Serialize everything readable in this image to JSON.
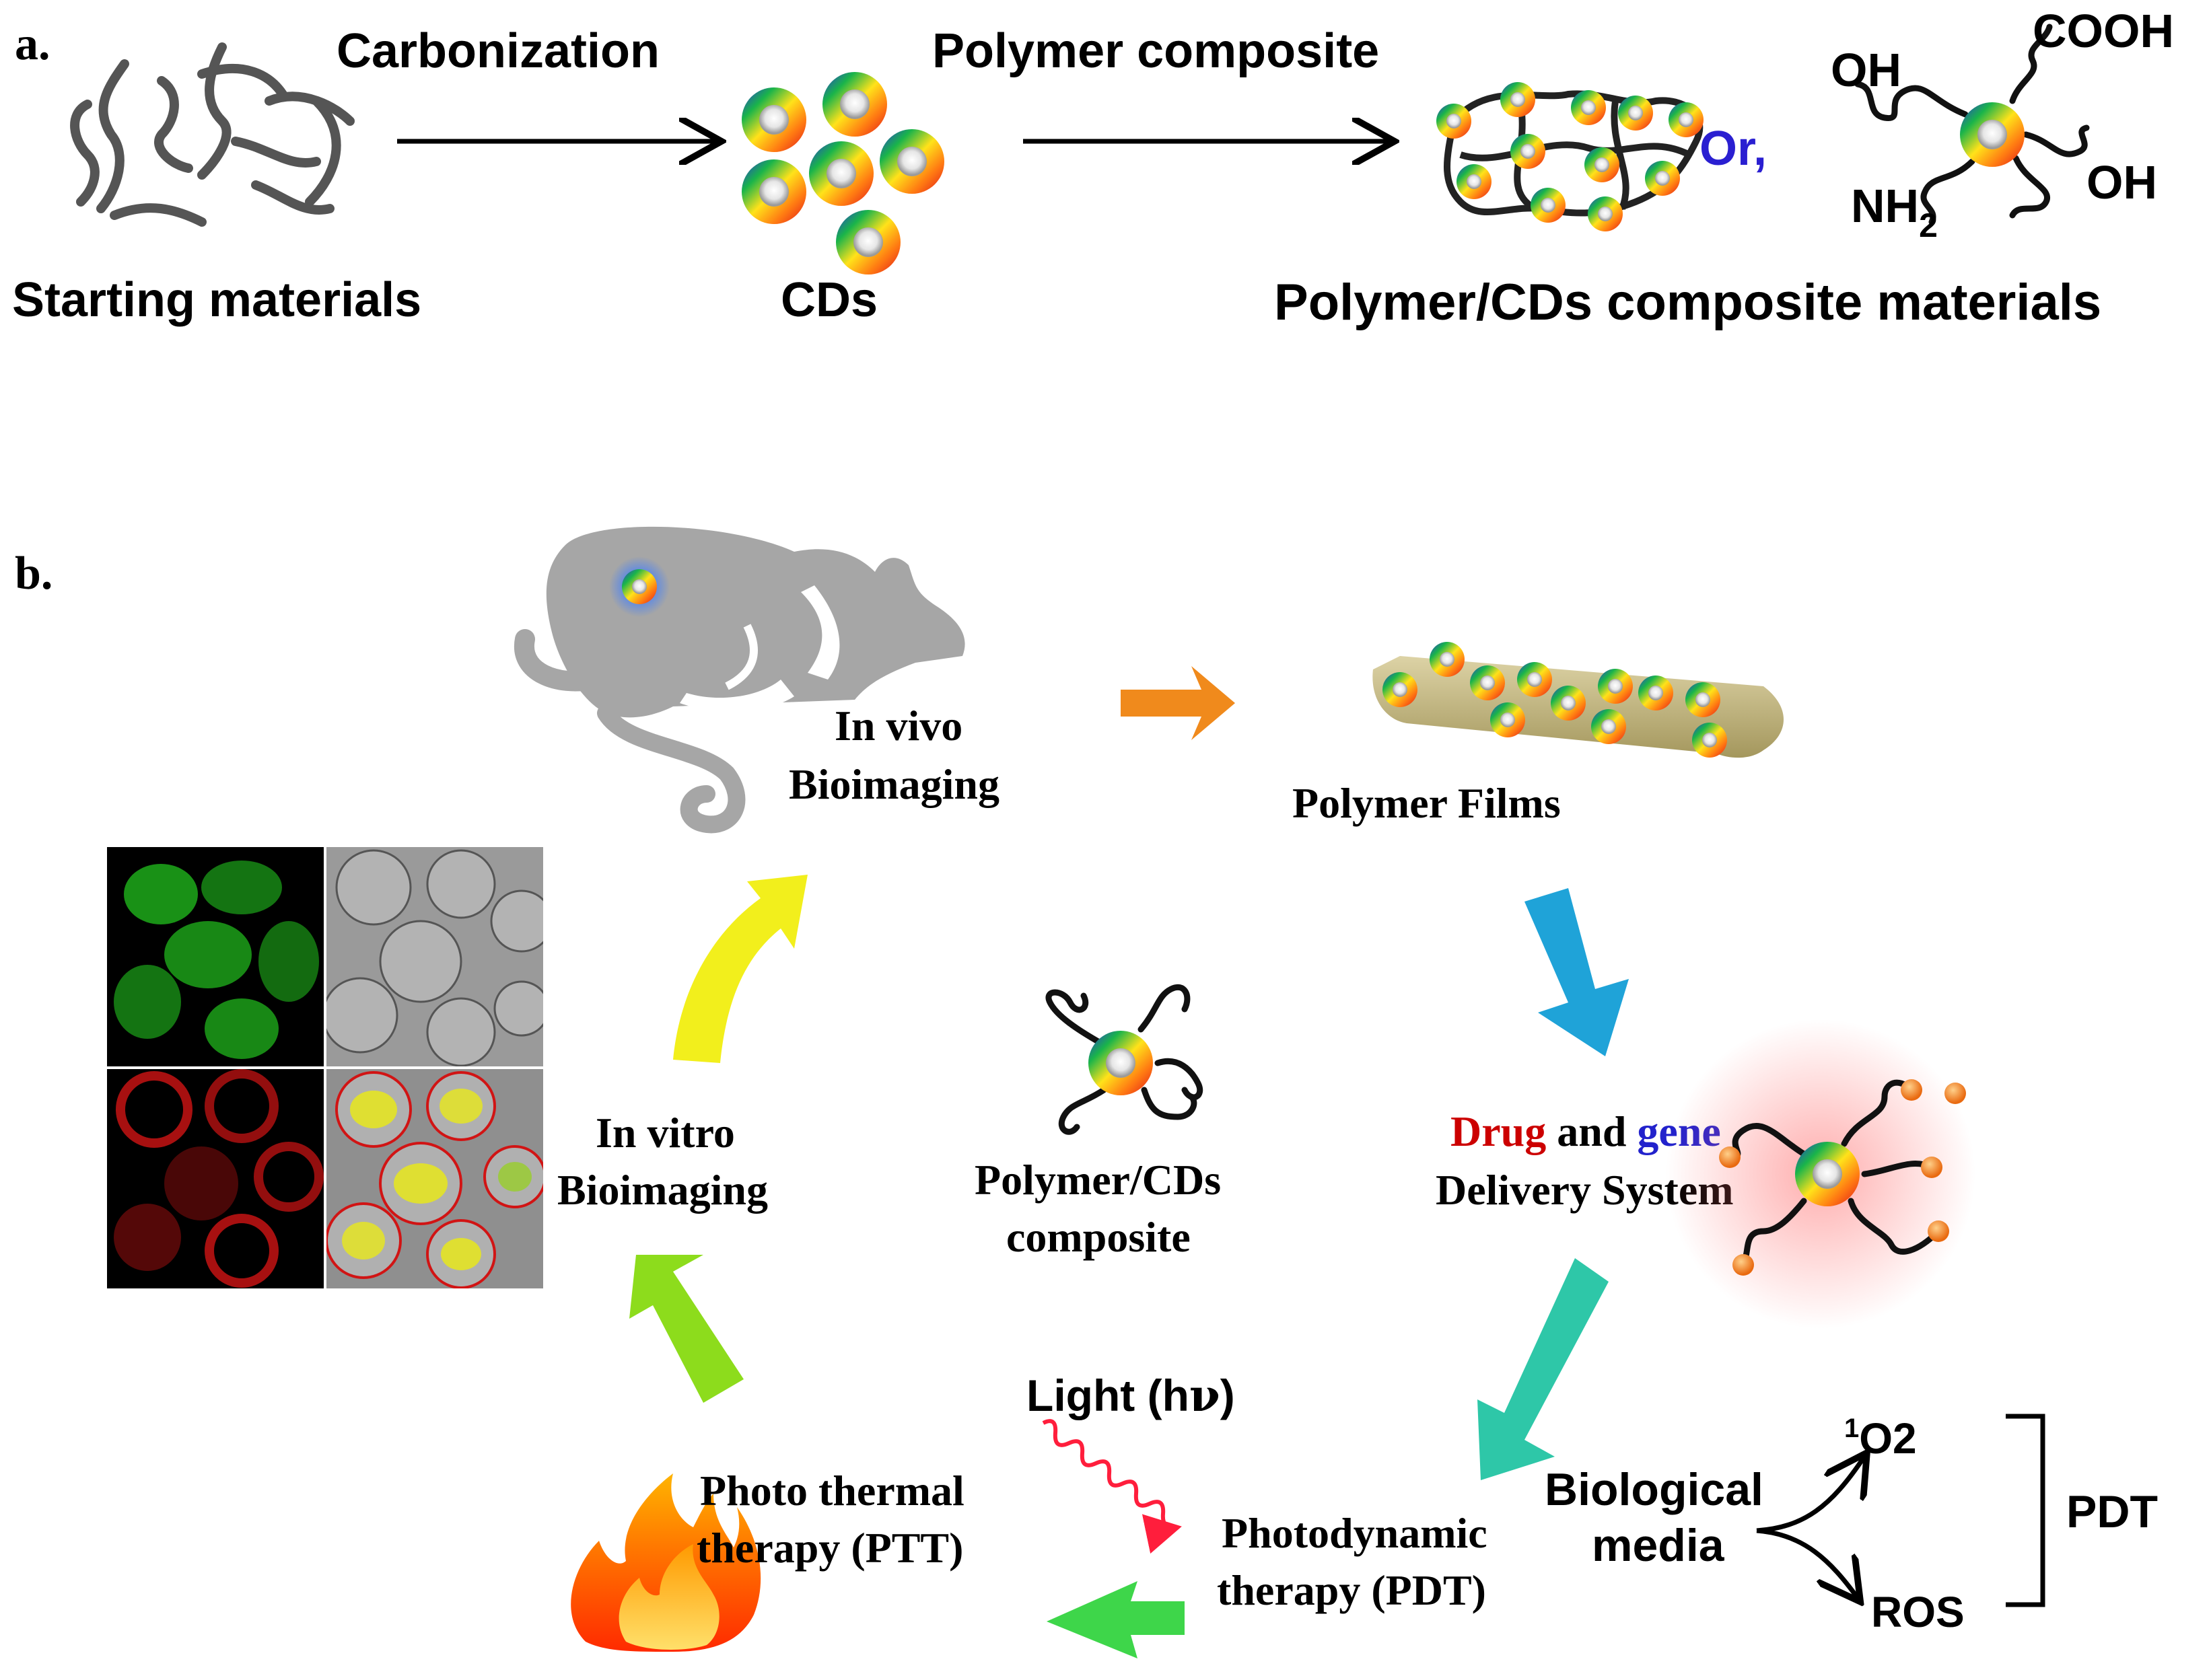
{
  "panel_a": {
    "label": "a.",
    "starting_materials": "Starting materials",
    "carbonization": "Carbonization",
    "cds": "CDs",
    "polymer_composite": "Polymer composite",
    "or": "Or,",
    "group_oh_left": "OH",
    "group_cooh": "COOH",
    "group_nh2": "NH",
    "group_nh2_sub": "2",
    "group_oh_right": "OH",
    "composite_materials": "Polymer/CDs composite materials"
  },
  "panel_b": {
    "label": "b.",
    "in_vivo_line1": "In vivo",
    "in_vivo_line2": "Bioimaging",
    "polymer_films": "Polymer Films",
    "drug": "Drug",
    "and": "and",
    "gene": "gene",
    "delivery_system": "Delivery System",
    "center_line1": "Polymer/CDs",
    "center_line2": "composite",
    "in_vitro_line1": "In vitro",
    "in_vitro_line2": "Bioimaging",
    "light_prefix": "Light (h",
    "light_nu": "ν",
    "light_suffix": ")",
    "biological_line1": "Biological",
    "biological_line2": "media",
    "singlet_sup": "1",
    "singlet_o2": "O2",
    "ros": "ROS",
    "pdt_bracket": "PDT",
    "pdt_line1": "Photodynamic",
    "pdt_line2": "therapy (PDT)",
    "ptt_line1": "Photo thermal",
    "ptt_line2": "therapy (PTT)"
  },
  "colors": {
    "black": "#000000",
    "or_text": "#2a1fd1",
    "drug_red": "#cc0000",
    "gene_blue": "#2222cc",
    "mouse_gray": "#a6a6a6",
    "film_tan": "#c9bd8a",
    "arrow_orange": "#f08a1c",
    "arrow_blue": "#1fa3d8",
    "arrow_teal": "#2ec7a8",
    "arrow_green": "#3ed64a",
    "arrow_lime": "#8ddc1c",
    "arrow_yellow": "#f2ef1c",
    "light_wave": "#ff1e3c",
    "cell_green": "#22c21e",
    "cell_red": "#d11414"
  },
  "icons": [
    "rainbow-dot-icon",
    "mouse-icon",
    "flame-icon",
    "wavy-arrow-icon",
    "polymer-chain-icon"
  ]
}
